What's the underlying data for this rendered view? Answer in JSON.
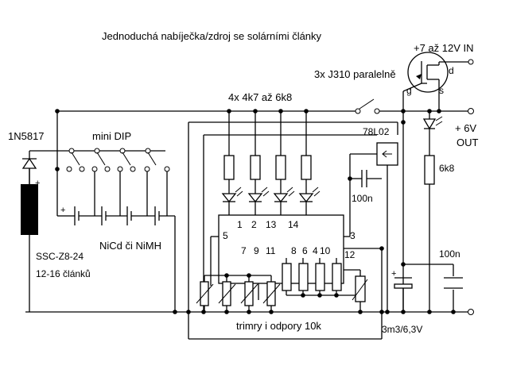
{
  "title": "Jednoduchá nabíječka/zdroj se solárními články",
  "labels": {
    "input_voltage": "+7 až 12V IN",
    "jfet": "3x J310 paralelně",
    "jfet_d": "d",
    "jfet_g": "g",
    "jfet_s": "s",
    "resistors_led": "4x 4k7 až 6k8",
    "diode": "1N5817",
    "dip_switch": "mini DIP",
    "regulator": "78L02",
    "output_voltage": "+ 6V",
    "output": "OUT",
    "resistor_6k8": "6k8",
    "cap_100n_a": "100n",
    "cap_100n_b": "100n",
    "battery": "NiCd či NiMH",
    "solar_cell": "SSC-Z8-24",
    "solar_cells_count": "12-16 článků",
    "pin_1": "1",
    "pin_2": "2",
    "pin_13": "13",
    "pin_14": "14",
    "pin_5": "5",
    "pin_3": "3",
    "pin_7": "7",
    "pin_9": "9",
    "pin_11": "11",
    "pin_8": "8",
    "pin_6": "6",
    "pin_4": "4",
    "pin_10": "10",
    "pin_12": "12",
    "trimmers": "trimry i odpory 10k",
    "electrolytic_cap": "3m3/6,3V",
    "plus_sign": "+"
  }
}
